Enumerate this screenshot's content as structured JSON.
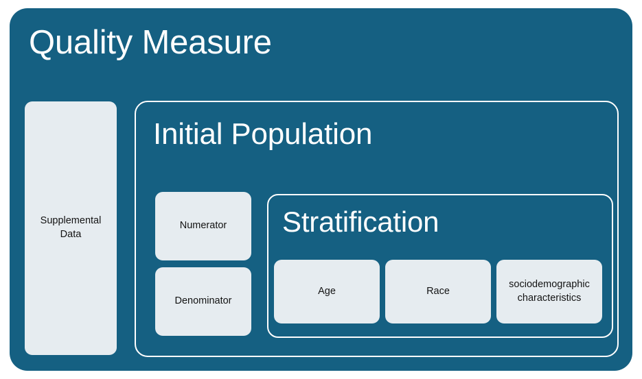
{
  "diagram": {
    "title": "Quality Measure",
    "colors": {
      "container_fill": "#156082",
      "leaf_fill": "#e6ecf0",
      "outline": "#ffffff",
      "leaf_text": "#131313",
      "title_text": "#ffffff",
      "page_background": "#ffffff"
    },
    "quality_measure": {
      "label": "Quality Measure",
      "supplemental_data": {
        "label": "Supplemental Data"
      },
      "initial_population": {
        "label": "Initial Population",
        "numerator": {
          "label": "Numerator"
        },
        "denominator": {
          "label": "Denominator"
        },
        "stratification": {
          "label": "Stratification",
          "items": [
            {
              "label": "Age"
            },
            {
              "label": "Race"
            },
            {
              "label": "sociodemographic characteristics"
            }
          ]
        }
      }
    }
  }
}
